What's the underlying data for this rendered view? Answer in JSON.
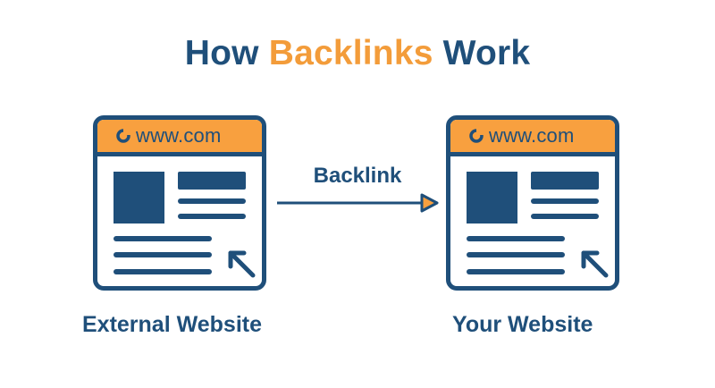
{
  "title": {
    "prefix": "How ",
    "highlight": "Backlinks",
    "suffix": " Work"
  },
  "colors": {
    "primary": "#1f4f7a",
    "accent": "#f8a03f",
    "background": "#ffffff"
  },
  "left_browser": {
    "url": "www.com",
    "caption": "External Website"
  },
  "right_browser": {
    "url": "www.com",
    "caption": "Your Website"
  },
  "connector": {
    "label": "Backlink",
    "icon": "arrow-right-icon"
  },
  "icons": {
    "url_icon": "globe-icon",
    "cursor_icon": "arrow-cursor-icon"
  }
}
